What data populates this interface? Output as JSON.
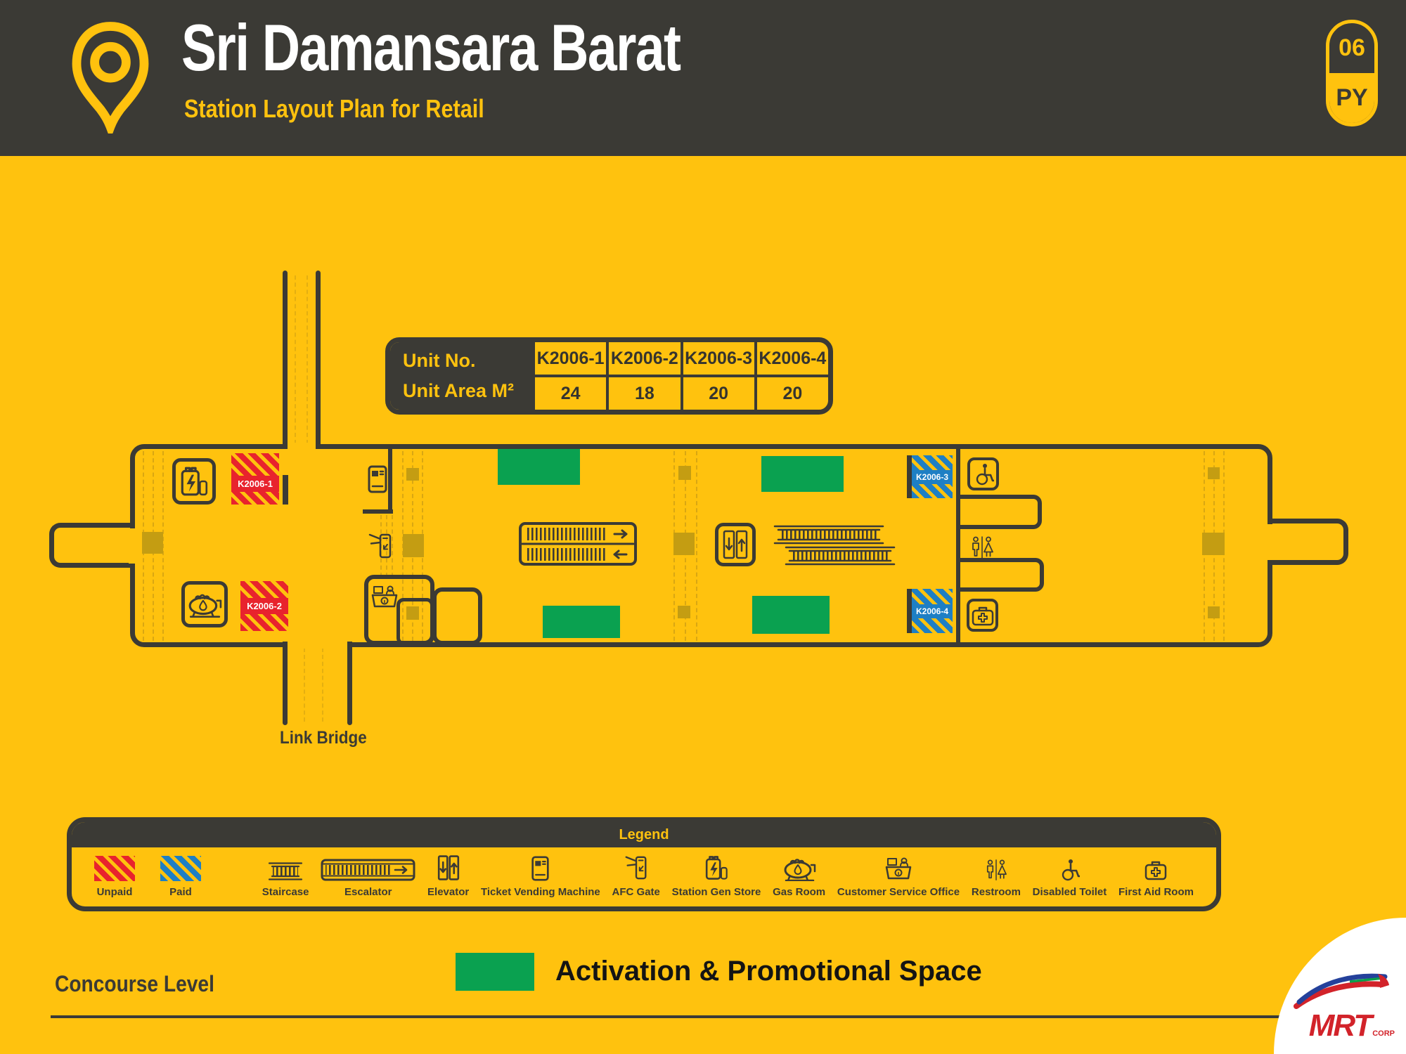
{
  "header": {
    "title": "Sri Damansara Barat",
    "subtitle": "Station Layout Plan for Retail",
    "badge": {
      "line_number": "06",
      "station_code": "PY"
    }
  },
  "unit_table": {
    "row_labels": [
      "Unit No.",
      "Unit Area M²"
    ],
    "units": [
      {
        "no": "K2006-1",
        "area": "24"
      },
      {
        "no": "K2006-2",
        "area": "18"
      },
      {
        "no": "K2006-3",
        "area": "20"
      },
      {
        "no": "K2006-4",
        "area": "20"
      }
    ]
  },
  "plan": {
    "link_bridge_label": "Link Bridge"
  },
  "legend": {
    "title": "Legend",
    "items": [
      "Unpaid",
      "Paid",
      "Staircase",
      "Escalator",
      "Elevator",
      "Ticket Vending Machine",
      "AFC Gate",
      "Station Gen Store",
      "Gas Room",
      "Customer Service Office",
      "Restroom",
      "Disabled Toilet",
      "First Aid Room"
    ]
  },
  "footer": {
    "level_label": "Concourse Level",
    "promo_label": "Activation & Promotional Space",
    "logo": {
      "text": "MRT",
      "sub": "CORP"
    }
  },
  "colors": {
    "yellow": "#FFC20E",
    "dark": "#3B3A35",
    "red": "#E8232D",
    "blue": "#1E7FC4",
    "green": "#0AA150",
    "olive": "#C49D12"
  }
}
